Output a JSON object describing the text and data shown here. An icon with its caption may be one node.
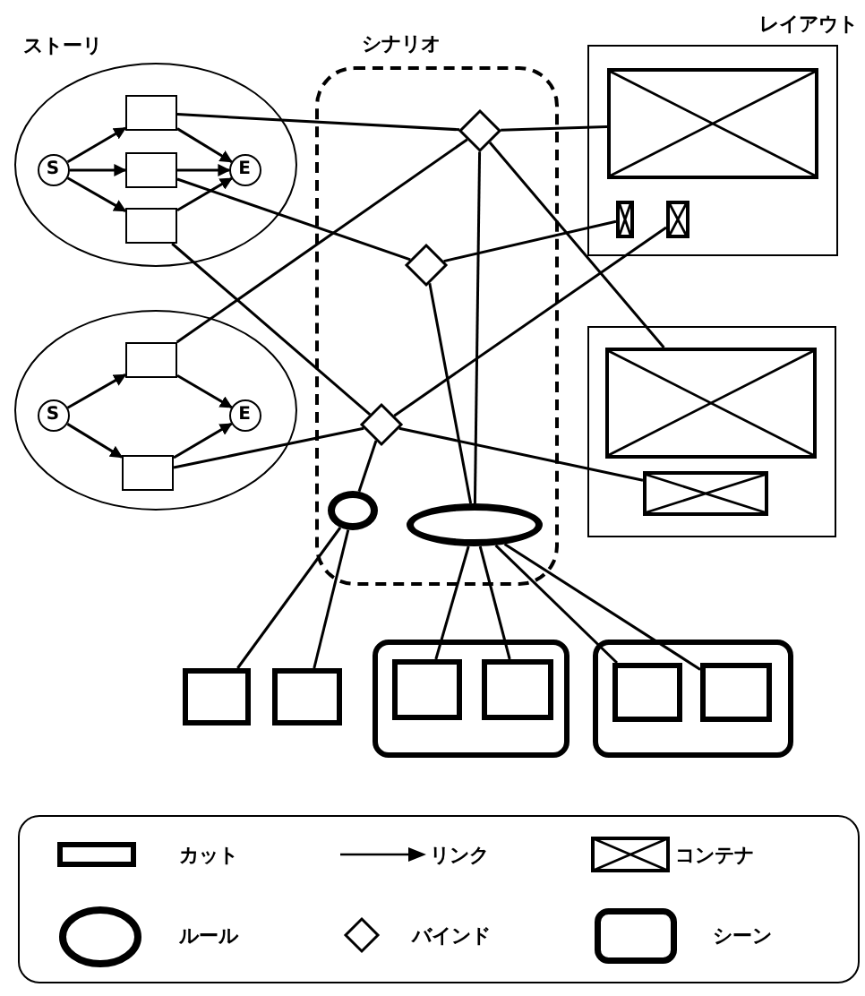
{
  "diagram": {
    "nodes": [
      {
        "text": [
          "ストーリ"
        ]
      },
      {
        "text": [
          "S"
        ],
        "in": 0
      },
      {
        "text": [],
        "shape": "box",
        "in": 0
      },
      {
        "text": [],
        "shape": "box",
        "in": 0
      },
      {
        "text": [],
        "shape": "box",
        "in": 0
      },
      {
        "text": [
          "E"
        ],
        "in": 0
      },
      {
        "text": [],
        "shape": "ellipse"
      },
      {
        "text": [
          "S"
        ],
        "in": 6
      },
      {
        "text": [],
        "shape": "box",
        "in": 6
      },
      {
        "text": [],
        "shape": "box",
        "in": 6
      },
      {
        "text": [
          "E"
        ],
        "in": 6
      },
      {
        "text": [
          "シナリオ"
        ]
      },
      {
        "text": [],
        "shape": "diamond",
        "in": 11
      },
      {
        "text": [],
        "shape": "diamond",
        "in": 11
      },
      {
        "text": [],
        "shape": "diamond",
        "in": 11
      },
      {
        "text": [],
        "shape": "ellipse",
        "in": 11
      },
      {
        "text": [],
        "shape": "ellipse",
        "in": 11
      },
      {
        "text": [
          "レイアウト"
        ]
      },
      {
        "text": [],
        "shape": "box",
        "in": 17
      },
      {
        "text": [],
        "shape": "box",
        "in": 17
      },
      {
        "text": [],
        "shape": "box",
        "in": 17
      },
      {
        "text": [],
        "shape": "box"
      },
      {
        "text": [],
        "shape": "box",
        "in": 21
      },
      {
        "text": [],
        "shape": "box",
        "in": 21
      },
      {
        "text": [],
        "shape": "box"
      },
      {
        "text": [],
        "shape": "box"
      },
      {
        "text": [],
        "shape": "box"
      },
      {
        "text": [],
        "shape": "box",
        "in": 26
      },
      {
        "text": [],
        "shape": "box",
        "in": 26
      },
      {
        "text": [],
        "shape": "box"
      },
      {
        "text": [],
        "shape": "box",
        "in": 29
      },
      {
        "text": [],
        "shape": "box",
        "in": 29
      }
    ],
    "edges": [
      {
        "from": 1,
        "to": 2,
        "arrow": "to"
      },
      {
        "from": 1,
        "to": 3,
        "arrow": "to"
      },
      {
        "from": 1,
        "to": 4,
        "arrow": "to"
      },
      {
        "from": 2,
        "to": 5,
        "arrow": "to"
      },
      {
        "from": 3,
        "to": 5,
        "arrow": "to"
      },
      {
        "from": 4,
        "to": 5,
        "arrow": "to"
      },
      {
        "from": 7,
        "to": 8,
        "arrow": "to"
      },
      {
        "from": 7,
        "to": 9,
        "arrow": "to"
      },
      {
        "from": 8,
        "to": 10,
        "arrow": "to"
      },
      {
        "from": 9,
        "to": 10,
        "arrow": "to"
      },
      {
        "from": 2,
        "to": 12,
        "arrow": "none"
      },
      {
        "from": 12,
        "to": 18,
        "arrow": "none"
      },
      {
        "from": 12,
        "to": 22,
        "arrow": "none"
      },
      {
        "from": 12,
        "to": 16,
        "arrow": "none"
      },
      {
        "from": 3,
        "to": 13,
        "arrow": "none"
      },
      {
        "from": 13,
        "to": 19,
        "arrow": "none"
      },
      {
        "from": 13,
        "to": 16,
        "arrow": "none"
      },
      {
        "from": 8,
        "to": 12,
        "arrow": "none"
      },
      {
        "from": 4,
        "to": 14,
        "arrow": "none"
      },
      {
        "from": 9,
        "to": 14,
        "arrow": "none"
      },
      {
        "from": 14,
        "to": 23,
        "arrow": "none"
      },
      {
        "from": 14,
        "to": 20,
        "arrow": "none"
      },
      {
        "from": 14,
        "to": 15,
        "arrow": "none"
      },
      {
        "from": 15,
        "to": 24,
        "arrow": "none"
      },
      {
        "from": 15,
        "to": 25,
        "arrow": "none"
      },
      {
        "from": 16,
        "to": 27,
        "arrow": "none"
      },
      {
        "from": 16,
        "to": 28,
        "arrow": "none"
      },
      {
        "from": 16,
        "to": 30,
        "arrow": "none"
      },
      {
        "from": 16,
        "to": 31,
        "arrow": "none"
      }
    ],
    "legend": [
      {
        "text": "カット"
      },
      {
        "text": "リンク"
      },
      {
        "text": "コンテナ"
      },
      {
        "text": "ルール"
      },
      {
        "text": "バインド"
      },
      {
        "text": "シーン"
      }
    ]
  }
}
